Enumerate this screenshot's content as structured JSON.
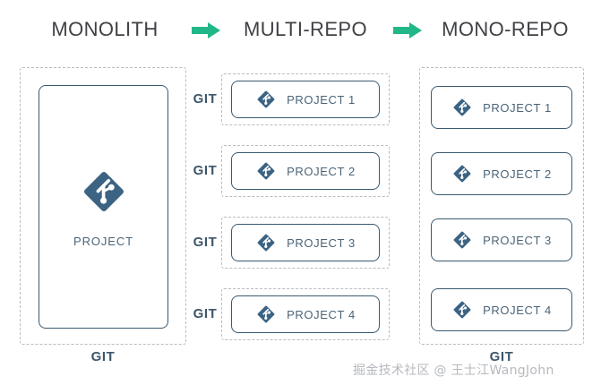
{
  "columns": {
    "monolith": {
      "title": "MONOLITH",
      "card_label": "PROJECT",
      "git_caption": "GIT",
      "icon": "git-logo-icon"
    },
    "multi_repo": {
      "title": "MULTI-REPO",
      "rows": [
        {
          "git_label": "GIT",
          "project_label": "PROJECT 1",
          "icon": "git-logo-icon"
        },
        {
          "git_label": "GIT",
          "project_label": "PROJECT 2",
          "icon": "git-logo-icon"
        },
        {
          "git_label": "GIT",
          "project_label": "PROJECT 3",
          "icon": "git-logo-icon"
        },
        {
          "git_label": "GIT",
          "project_label": "PROJECT 4",
          "icon": "git-logo-icon"
        }
      ]
    },
    "mono_repo": {
      "title": "MONO-REPO",
      "git_caption": "GIT",
      "cards": [
        {
          "project_label": "PROJECT 1",
          "icon": "git-logo-icon"
        },
        {
          "project_label": "PROJECT 2",
          "icon": "git-logo-icon"
        },
        {
          "project_label": "PROJECT 3",
          "icon": "git-logo-icon"
        },
        {
          "project_label": "PROJECT 4",
          "icon": "git-logo-icon"
        }
      ]
    }
  },
  "arrows": [
    {
      "name": "arrow-right-icon",
      "direction": "right"
    },
    {
      "name": "arrow-right-icon",
      "direction": "right"
    }
  ],
  "watermark": "掘金技术社区 @ 王士江WangJohn",
  "colors": {
    "background": "#ffffff",
    "title_text": "#3f4145",
    "git_blue": "#3d566b",
    "card_border": "#3a5a70",
    "dashed_border": "#b9bcc0",
    "icon_blue": "#3c6383",
    "arrow_green": "#22b788",
    "label_text": "#4b6478",
    "watermark_text": "#b6b9bd"
  }
}
